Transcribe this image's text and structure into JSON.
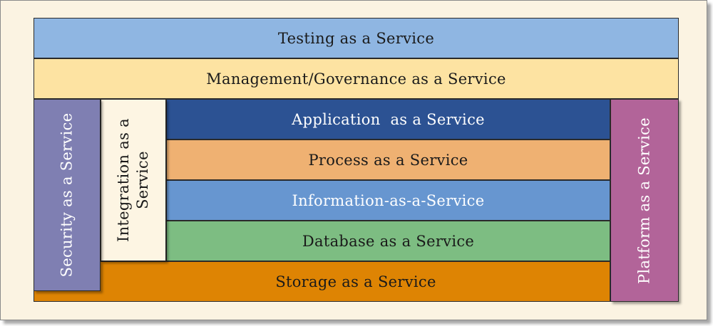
{
  "colors": {
    "background": "#fbf3e2",
    "testing": "#8fb6e2",
    "management": "#fde3a2",
    "security": "#7f7fb2",
    "integration": "#fdf5e3",
    "application": "#2c5293",
    "process": "#efb172",
    "information": "#6796d0",
    "database": "#7dbd82",
    "storage": "#de8403",
    "platform": "#b26499"
  },
  "layers": {
    "testing": "Testing as a Service",
    "management": "Management/Governance as a Service",
    "security": "Security as a Service",
    "integration": "Integration as a Service",
    "application": "Application  as a Service",
    "process": "Process as a Service",
    "information": "Information-as-a-Service",
    "database": "Database as a Service",
    "storage": "Storage as a Service",
    "platform": "Platform as a Service"
  }
}
